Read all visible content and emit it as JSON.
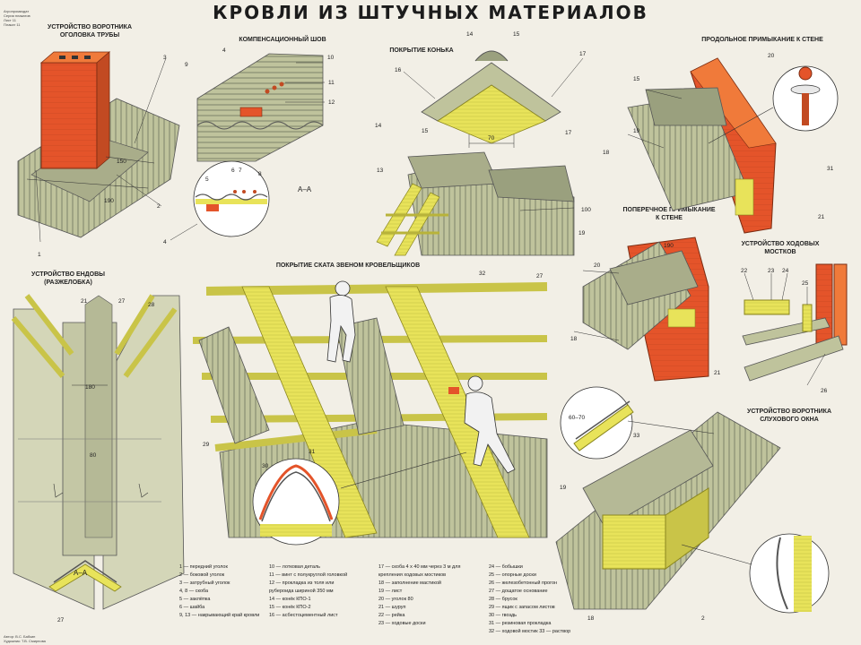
{
  "title": "КРОВЛИ ИЗ ШТУЧНЫХ МАТЕРИАЛОВ",
  "corner_top": "Агропромиздат\nСерия плакатов\nЛист 11\nПлакат 11",
  "corner_bottom": "Автор: В.С. Бабкин\nХудожник: Т.В. Смирнова",
  "labels": {
    "chimney": "УСТРОЙСТВО ВОРОТНИКА\nОГОЛОВКА ТРУБЫ",
    "joint": "КОМПЕНСАЦИОННЫЙ ШОВ",
    "ridge": "ПОКРЫТИЕ КОНЬКА",
    "long_wall": "ПРОДОЛЬНОЕ ПРИМЫКАНИЕ К СТЕНЕ",
    "cross_wall": "ПОПЕРЕЧНОЕ ПРИМЫКАНИЕ\nК СТЕНЕ",
    "walkways": "УСТРОЙСТВО ХОДОВЫХ\nМОСТКОВ",
    "valley": "УСТРОЙСТВО ЕНДОВЫ\n(РАЗЖЕЛОБКА)",
    "slope": "ПОКРЫТИЕ СКАТА ЗВЕНОМ КРОВЕЛЬЩИКОВ",
    "dormer": "УСТРОЙСТВО ВОРОТНИКА\nСЛУХОВОГО ОКНА"
  },
  "section_mark": "А–А",
  "dims": {
    "d150": "150",
    "d190": "190",
    "d70": "70",
    "d100": "100",
    "d180": "180",
    "d60_70": "60–70",
    "d80": "80"
  },
  "callouts": [
    "1",
    "2",
    "3",
    "4",
    "5",
    "6",
    "7",
    "8",
    "9",
    "10",
    "11",
    "12",
    "13",
    "14",
    "15",
    "16",
    "17",
    "18",
    "19",
    "20",
    "21",
    "22",
    "23",
    "24",
    "25",
    "26",
    "27",
    "28",
    "29",
    "30",
    "31",
    "32",
    "33"
  ],
  "legend": [
    [
      "1 — передний уголок",
      "2 — боковой уголок",
      "3 — затрубный уголок",
      "4, 8 — скоба",
      "5 — заклёпка",
      "6 — шайба",
      "9, 13 — накрывающий край кровли"
    ],
    [
      "10 — лотковая деталь",
      "11 — винт с полукруглой головкой",
      "12 — прокладка из толя или",
      "рубероида шириной 350 мм",
      "14 — конёк КПО-1",
      "15 — конёк КПО-2",
      "16 — асбестоцементный лист"
    ],
    [
      "17 — скоба 4 х 40 мм через 3 м для",
      "крепления ходовых мостиков",
      "18 — заполнение мастикой",
      "19 — лист",
      "20 — уголок 80",
      "21 — шуруп",
      "22 — рейка",
      "23 — ходовые доски"
    ],
    [
      "24 — бобышки",
      "25 — опорные доски",
      "26 — железобетонный прогон",
      "27 — дощатое основание",
      "28 — брусок",
      "29 — ящик с запасом листов",
      "30 — гвоздь",
      "31 — резиновая прокладка",
      "32 — ходовой мостик     33 — раствор"
    ]
  ],
  "colors": {
    "wood": "#e8e35a",
    "wood_dark": "#b8b33a",
    "sheet": "#bfc39c",
    "sheet_dark": "#6f7560",
    "brick": "#e4542a",
    "brick_light": "#f07a3a",
    "worker": "#f0f0f0",
    "ink": "#222222"
  }
}
